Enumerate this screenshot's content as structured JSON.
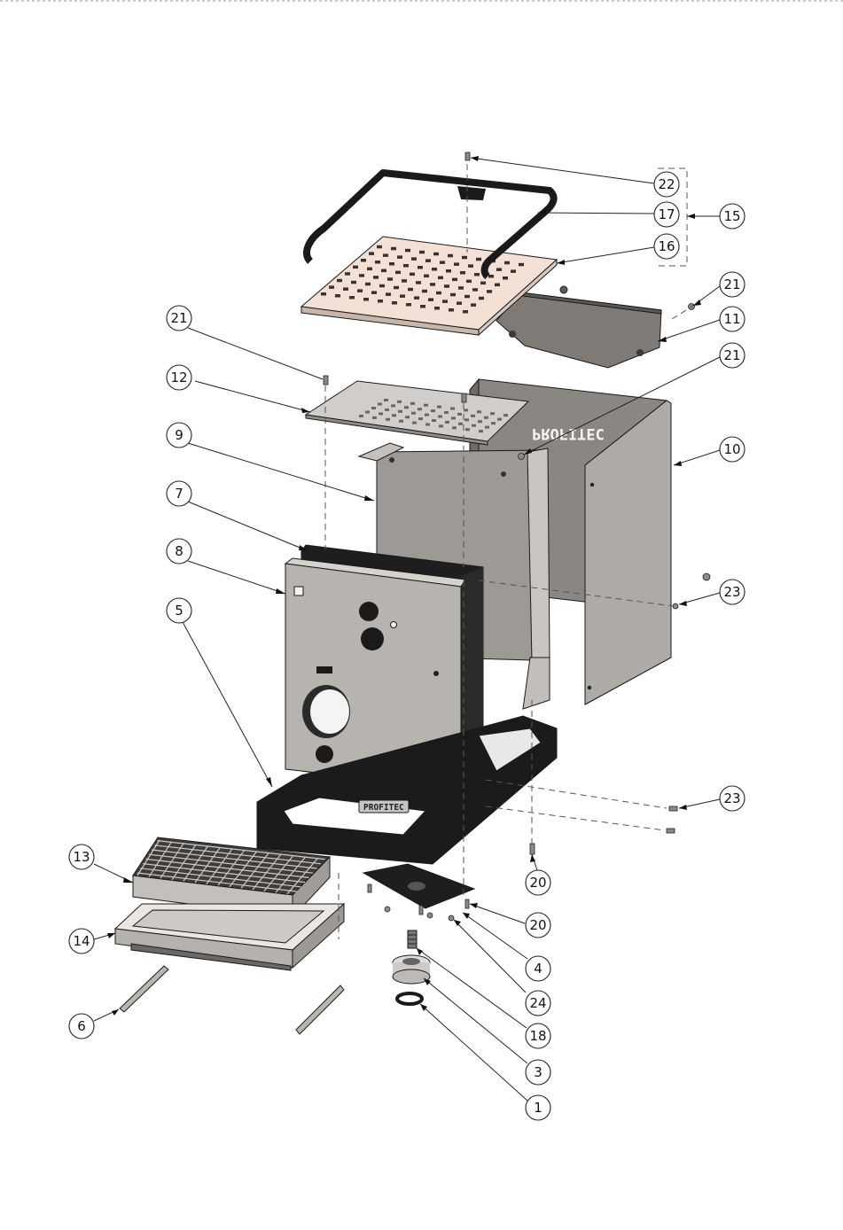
{
  "colors": {
    "panel_gray": "#9a9794",
    "panel_light": "#b3b0ac",
    "panel_dark": "#77726e",
    "lid_tint": "#f3e1d6",
    "frame_black": "#1b1b1b",
    "steel": "#c9c6c2"
  },
  "diagram": {
    "brand_back": "PROFITEC",
    "brand_base": "PROFITEC",
    "callouts": [
      {
        "id": "c22",
        "label": "22"
      },
      {
        "id": "c17",
        "label": "17"
      },
      {
        "id": "c15",
        "label": "15"
      },
      {
        "id": "c16",
        "label": "16"
      },
      {
        "id": "c21a",
        "label": "21"
      },
      {
        "id": "c11",
        "label": "11"
      },
      {
        "id": "c21b",
        "label": "21"
      },
      {
        "id": "c21c",
        "label": "21"
      },
      {
        "id": "c12",
        "label": "12"
      },
      {
        "id": "c9",
        "label": "9"
      },
      {
        "id": "c10",
        "label": "10"
      },
      {
        "id": "c7",
        "label": "7"
      },
      {
        "id": "c8",
        "label": "8"
      },
      {
        "id": "c23a",
        "label": "23"
      },
      {
        "id": "c5",
        "label": "5"
      },
      {
        "id": "c23b",
        "label": "23"
      },
      {
        "id": "c13",
        "label": "13"
      },
      {
        "id": "c20a",
        "label": "20"
      },
      {
        "id": "c14",
        "label": "14"
      },
      {
        "id": "c20b",
        "label": "20"
      },
      {
        "id": "c4",
        "label": "4"
      },
      {
        "id": "c24",
        "label": "24"
      },
      {
        "id": "c6",
        "label": "6"
      },
      {
        "id": "c18",
        "label": "18"
      },
      {
        "id": "c3",
        "label": "3"
      },
      {
        "id": "c1",
        "label": "1"
      }
    ]
  }
}
